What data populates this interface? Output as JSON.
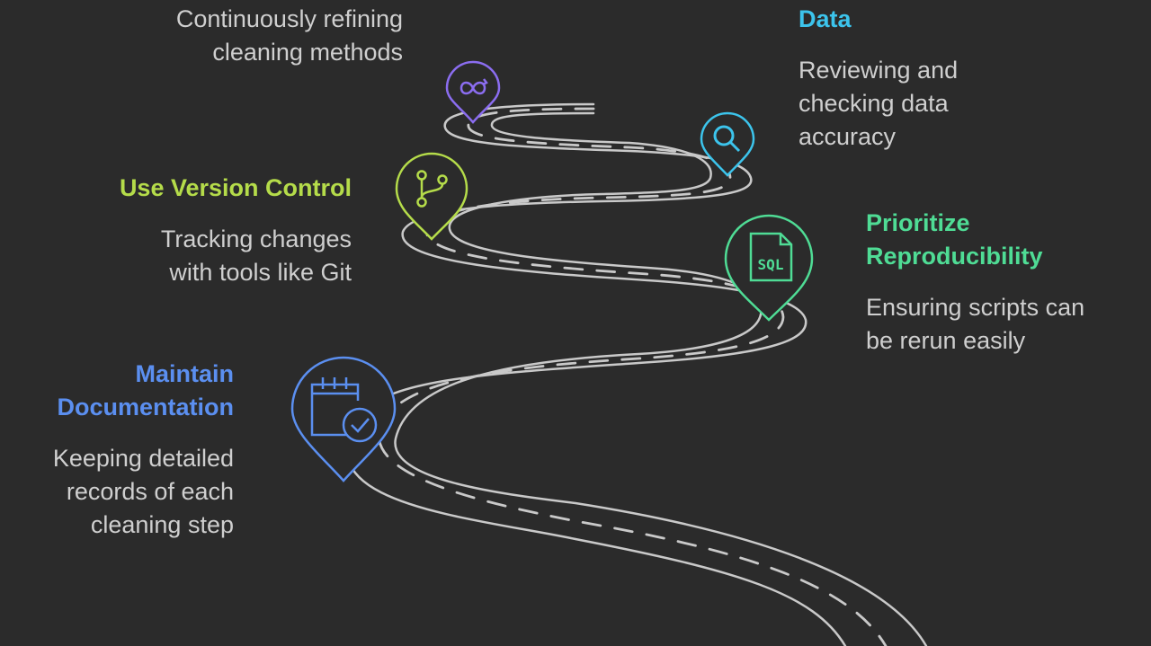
{
  "steps": [
    {
      "title_lines": [],
      "desc_lines": [
        "Continuously refining",
        "cleaning methods"
      ],
      "color": "#8b6df0",
      "icon": "infinity-cycle-icon"
    },
    {
      "title_lines": [
        "Data"
      ],
      "desc_lines": [
        "Reviewing and",
        "checking data",
        "accuracy"
      ],
      "color": "#3cc4ec",
      "icon": "magnifier-icon"
    },
    {
      "title_lines": [
        "Use Version Control"
      ],
      "desc_lines": [
        "Tracking changes",
        "with tools like Git"
      ],
      "color": "#b5dc4a",
      "icon": "git-branch-icon"
    },
    {
      "title_lines": [
        "Prioritize",
        "Reproducibility"
      ],
      "desc_lines": [
        "Ensuring scripts can",
        "be rerun easily"
      ],
      "color": "#4fdc95",
      "icon": "sql-file-icon",
      "icon_text": "SQL"
    },
    {
      "title_lines": [
        "Maintain",
        "Documentation"
      ],
      "desc_lines": [
        "Keeping detailed",
        "records of each",
        "cleaning step"
      ],
      "color": "#5b8ff0",
      "icon": "calendar-check-icon"
    }
  ]
}
